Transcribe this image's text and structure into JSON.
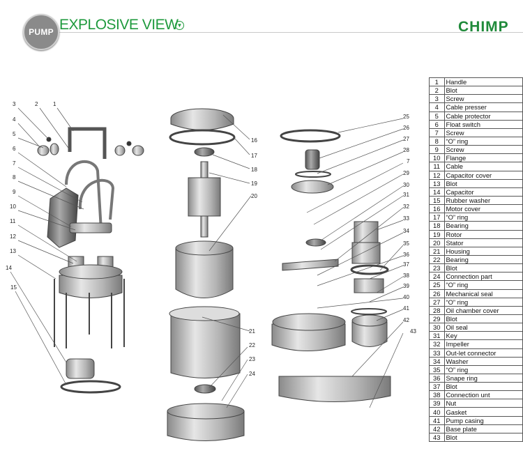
{
  "header": {
    "badge": "PUMP",
    "title": "EXPLOSIVE VIEW",
    "brand": "CHIMP"
  },
  "parts": [
    {
      "num": "1",
      "name": "Handle"
    },
    {
      "num": "2",
      "name": "Blot"
    },
    {
      "num": "3",
      "name": "Screw"
    },
    {
      "num": "4",
      "name": "Cable presser"
    },
    {
      "num": "5",
      "name": "Cable protector"
    },
    {
      "num": "6",
      "name": "Float switch"
    },
    {
      "num": "7",
      "name": "Screw"
    },
    {
      "num": "8",
      "name": "“O” ring"
    },
    {
      "num": "9",
      "name": "Screw"
    },
    {
      "num": "10",
      "name": "Flange"
    },
    {
      "num": "11",
      "name": "Cable"
    },
    {
      "num": "12",
      "name": "Capacitor cover"
    },
    {
      "num": "13",
      "name": "Blot"
    },
    {
      "num": "14",
      "name": "Capacitor"
    },
    {
      "num": "15",
      "name": "Rubber washer"
    },
    {
      "num": "16",
      "name": "Motor cover"
    },
    {
      "num": "17",
      "name": "“O” ring"
    },
    {
      "num": "18",
      "name": "Bearing"
    },
    {
      "num": "19",
      "name": "Rotor"
    },
    {
      "num": "20",
      "name": "Stator"
    },
    {
      "num": "21",
      "name": "Housing"
    },
    {
      "num": "22",
      "name": "Bearing"
    },
    {
      "num": "23",
      "name": "Blot"
    },
    {
      "num": "24",
      "name": "Connection part"
    },
    {
      "num": "25",
      "name": "“O” ring"
    },
    {
      "num": "26",
      "name": "Mechanical seal"
    },
    {
      "num": "27",
      "name": "“O” ring"
    },
    {
      "num": "28",
      "name": "Oil chamber cover"
    },
    {
      "num": "29",
      "name": "Blot"
    },
    {
      "num": "30",
      "name": "Oil seal"
    },
    {
      "num": "31",
      "name": "Key"
    },
    {
      "num": "32",
      "name": "Impeller"
    },
    {
      "num": "33",
      "name": "Out-let connector"
    },
    {
      "num": "34",
      "name": "Washer"
    },
    {
      "num": "35",
      "name": "“O” ring"
    },
    {
      "num": "36",
      "name": "Snape ring"
    },
    {
      "num": "37",
      "name": "Blot"
    },
    {
      "num": "38",
      "name": "Connection unt"
    },
    {
      "num": "39",
      "name": "Nut"
    },
    {
      "num": "40",
      "name": "Gasket"
    },
    {
      "num": "41",
      "name": "Pump casing"
    },
    {
      "num": "42",
      "name": "Base plate"
    },
    {
      "num": "43",
      "name": "Blot"
    }
  ],
  "callouts": [
    "1",
    "2",
    "3",
    "4",
    "5",
    "6",
    "7",
    "8",
    "9",
    "10",
    "11",
    "12",
    "13",
    "14",
    "15",
    "16",
    "17",
    "18",
    "19",
    "20",
    "21",
    "22",
    "23",
    "24",
    "25",
    "26",
    "27",
    "28",
    "7",
    "29",
    "30",
    "31",
    "32",
    "33",
    "34",
    "35",
    "36",
    "37",
    "38",
    "39",
    "40",
    "41",
    "42",
    "43"
  ]
}
